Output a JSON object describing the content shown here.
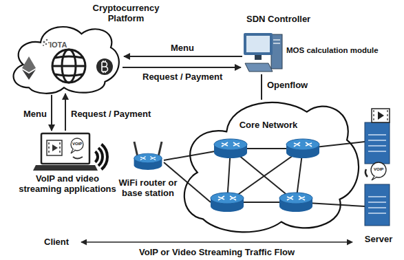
{
  "diagram": {
    "nodes": [
      {
        "text": [
          "Cryptocurrency Platform",
          "IOTA"
        ]
      },
      {
        "text": [
          "SDN Controller",
          "MOS calculation module"
        ]
      },
      {
        "text": [
          "VoIP and video streaming applications"
        ]
      },
      {
        "text": [
          "WiFi router or base station"
        ]
      },
      {
        "text": [
          "Core Network"
        ]
      },
      {
        "text": [
          "Server"
        ]
      }
    ],
    "edges": [
      {
        "from": 1,
        "to": 0,
        "arrow": "to",
        "label": "Menu"
      },
      {
        "from": 0,
        "to": 1,
        "arrow": "to",
        "label": "Request / Payment"
      },
      {
        "from": 0,
        "to": 2,
        "arrow": "to",
        "label": "Menu"
      },
      {
        "from": 2,
        "to": 0,
        "arrow": "to",
        "label": "Request / Payment"
      },
      {
        "from": 1,
        "to": 4,
        "arrow": "none",
        "label": "Openflow"
      }
    ],
    "labels": [
      "VOIP",
      "VOIP",
      "Client",
      "VoIP or Video Streaming Traffic Flow"
    ]
  }
}
